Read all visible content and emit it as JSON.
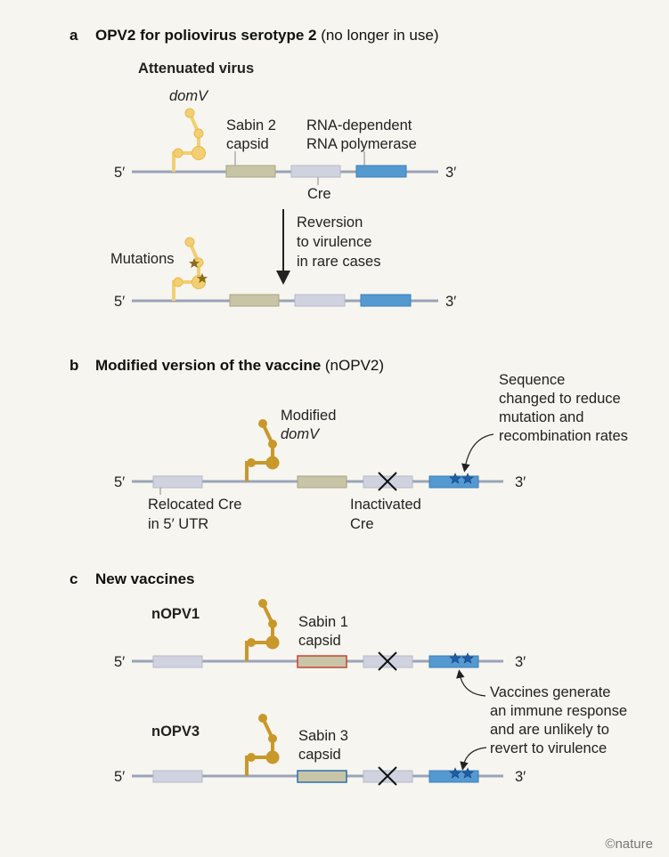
{
  "panel_a": {
    "letter": "a",
    "title_bold": "OPV2 for poliovirus serotype 2",
    "title_rest": " (no longer in use)",
    "subtitle": "Attenuated virus",
    "domv": "domV",
    "capsid_label": [
      "Sabin 2",
      "capsid"
    ],
    "pol_label": [
      "RNA-dependent",
      "RNA polymerase"
    ],
    "cre_label": "Cre",
    "reversion": [
      "Reversion",
      "to virulence",
      "in rare cases"
    ],
    "mutations": "Mutations",
    "five": "5′",
    "three": "3′"
  },
  "panel_b": {
    "letter": "b",
    "title_bold": "Modified version of the vaccine",
    "title_rest": " (nOPV2)",
    "modified": [
      "Modified",
      "domV"
    ],
    "relocated": [
      "Relocated Cre",
      "in 5′ UTR"
    ],
    "inactivated": [
      "Inactivated",
      "Cre"
    ],
    "sequence": [
      "Sequence",
      "changed to reduce",
      "mutation and",
      "recombination rates"
    ]
  },
  "panel_c": {
    "letter": "c",
    "title_bold": "New vaccines",
    "nopv1": "nOPV1",
    "sabin1": [
      "Sabin 1",
      "capsid"
    ],
    "nopv3": "nOPV3",
    "sabin3": [
      "Sabin 3",
      "capsid"
    ],
    "vaccines": [
      "Vaccines generate",
      "an immune response",
      "and are unlikely to",
      "revert to virulence"
    ]
  },
  "credit": "©nature",
  "colors": {
    "background": "#f6f5ef",
    "domv_attenuated": "#f2cf73",
    "domv_modified": "#c9982a",
    "polymerase": "#5499d0",
    "sabin1_outline": "#c8423a",
    "sabin3_outline": "#2f6fb0"
  }
}
